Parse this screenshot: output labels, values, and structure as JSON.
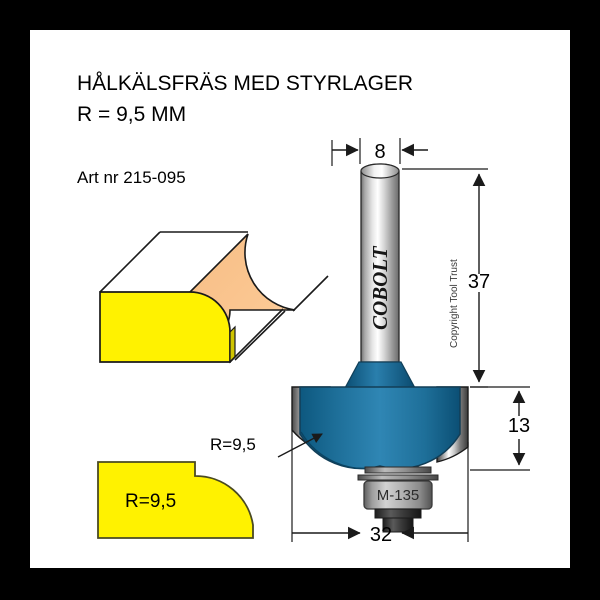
{
  "document": {
    "kind": "technical-drawing",
    "title_line1": "HÅLKÄLSFRÄS MED STYRLAGER",
    "title_line2": "R = 9,5 MM",
    "article_label": "Art nr 215-095"
  },
  "tool": {
    "brand_text": "COBOLT",
    "copyright_text": "Copyright Tool Trust",
    "bearing_label": "M-135"
  },
  "dimensions": {
    "shank_diameter": "8",
    "overall_length": "37",
    "cut_height": "13",
    "cut_diameter": "32",
    "radius_callout": "R=9,5",
    "radius_profile": "R=9,5"
  },
  "colors": {
    "border": "#000000",
    "sheet": "#ffffff",
    "cutter_blue_light": "#2f86b4",
    "cutter_blue_dark": "#0d5b85",
    "steel_light": "#ffffff",
    "steel_dark": "#6e6e6e",
    "workpiece_yellow": "#fff200",
    "cove_peach": "#f9c08a",
    "bearing_gray": "#9a9a9a",
    "ink": "#1a1a1a"
  }
}
